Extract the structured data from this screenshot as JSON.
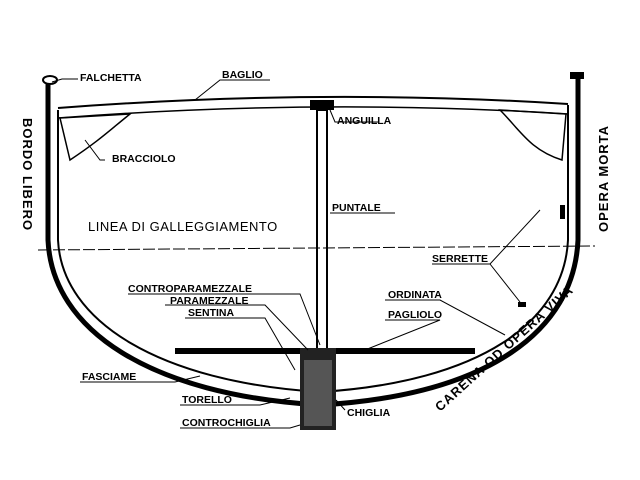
{
  "diagram": {
    "labels": {
      "falchetta": "FALCHETTA",
      "baglio": "BAGLIO",
      "anguilla": "ANGUILLA",
      "bracciolo": "BRACCIOLO",
      "puntale": "PUNTALE",
      "linea": "LINEA DI GALLEGGIAMENTO",
      "bordo_libero": "BORDO LIBERO",
      "opera_morta": "OPERA MORTA",
      "serrette": "SERRETTE",
      "ordinata": "ORDINATA",
      "controparamezzale": "CONTROPARAMEZZALE",
      "paramezzale": "PARAMEZZALE",
      "sentina": "SENTINA",
      "pagliolo": "PAGLIOLO",
      "fasciame": "FASCIAME",
      "torello": "TORELLO",
      "chiglia": "CHIGLIA",
      "controchiglia": "CONTROCHIGLIA",
      "carena": "CARENA OD OPERA VIVA"
    }
  }
}
